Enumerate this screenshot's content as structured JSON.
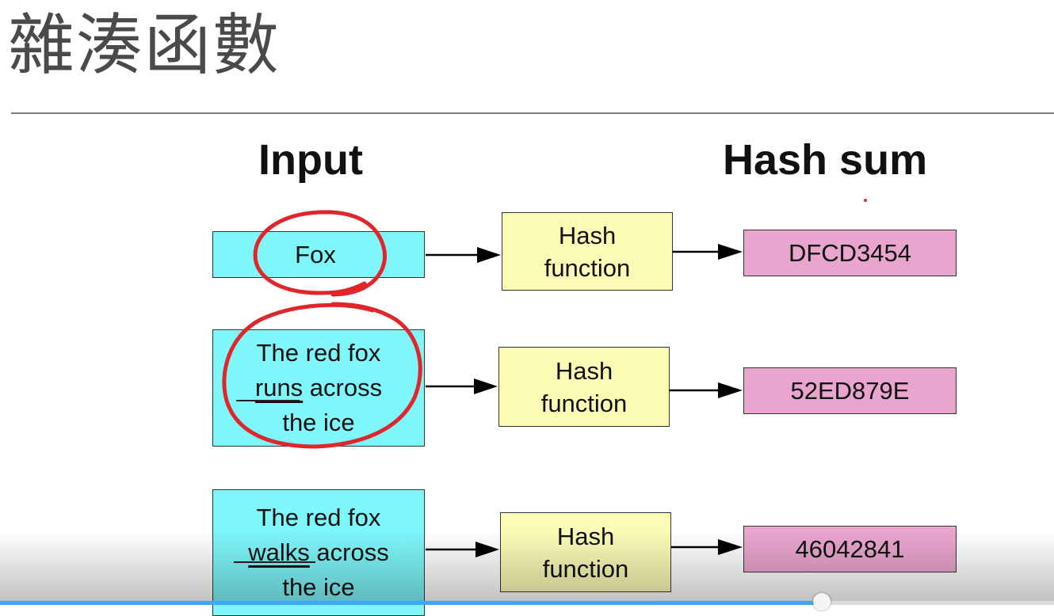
{
  "slide": {
    "title": "雜湊函數",
    "input_header": "Input",
    "hash_header": "Hash sum"
  },
  "rows": [
    {
      "input_lines": [
        "Fox"
      ],
      "function_label": [
        "Hash",
        "function"
      ],
      "hash_sum": "DFCD3454"
    },
    {
      "input_lines": [
        "The red fox",
        "runs across",
        "the ice"
      ],
      "underlined_word": "runs",
      "function_label": [
        "Hash",
        "function"
      ],
      "hash_sum": "52ED879E"
    },
    {
      "input_lines": [
        "The red fox",
        "walks across",
        "the ice"
      ],
      "underlined_word": "walks",
      "function_label": [
        "Hash",
        "function"
      ],
      "hash_sum": "46042841"
    }
  ],
  "colors": {
    "input_fill": "#7ef6fa",
    "function_fill": "#fbfbb6",
    "hash_fill": "#eaa5cf",
    "annotation": "#e0262a",
    "progress": "#3ea6ff"
  },
  "player": {
    "progress_fraction": 0.78
  }
}
